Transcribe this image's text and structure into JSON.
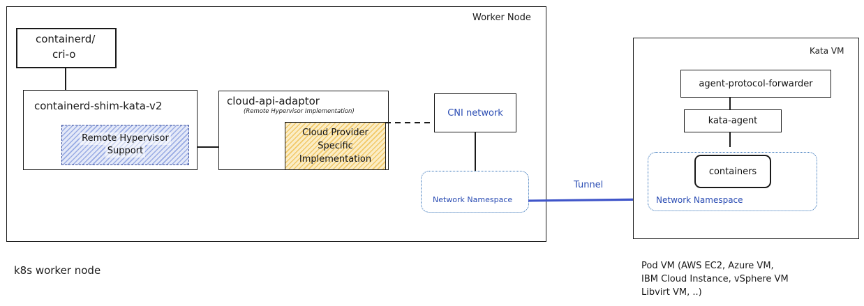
{
  "worker_node": {
    "title": "Worker Node"
  },
  "containerd": {
    "line1": "containerd/",
    "line2": "cri-o"
  },
  "shim": {
    "label": "containerd-shim-kata-v2"
  },
  "remote_hypervisor": {
    "line1": "Remote Hypervisor",
    "line2": "Support"
  },
  "cloud_api_adaptor": {
    "label": "cloud-api-adaptor",
    "sublabel": "(Remote Hypervisor Implementation)"
  },
  "cloud_provider": {
    "line1": "Cloud Provider",
    "line2": "Specific",
    "line3": "Implementation"
  },
  "cni": {
    "label": "CNI network"
  },
  "network_namespace_left": {
    "label": "Network Namespace"
  },
  "tunnel": {
    "label": "Tunnel"
  },
  "kata_vm": {
    "title": "Kata VM"
  },
  "apf": {
    "label": "agent-protocol-forwarder"
  },
  "kata_agent": {
    "label": "kata-agent"
  },
  "containers": {
    "label": "containers"
  },
  "network_namespace_right": {
    "label": "Network Namespace"
  },
  "captions": {
    "k8s_worker_node": "k8s worker node",
    "pod_vm_line1": "Pod VM (AWS EC2, Azure VM,",
    "pod_vm_line2": "IBM Cloud Instance, vSphere VM",
    "pod_vm_line3": "Libvirt VM, ..)"
  },
  "colors": {
    "stroke": "#1a1a1a",
    "accent_blue": "#2a4cb3",
    "namespace_dots": "#2a6bb5",
    "tunnel": "#3f55c9",
    "hatch_blue": "#5a78d2",
    "hatch_yellow": "#ebaf28"
  }
}
